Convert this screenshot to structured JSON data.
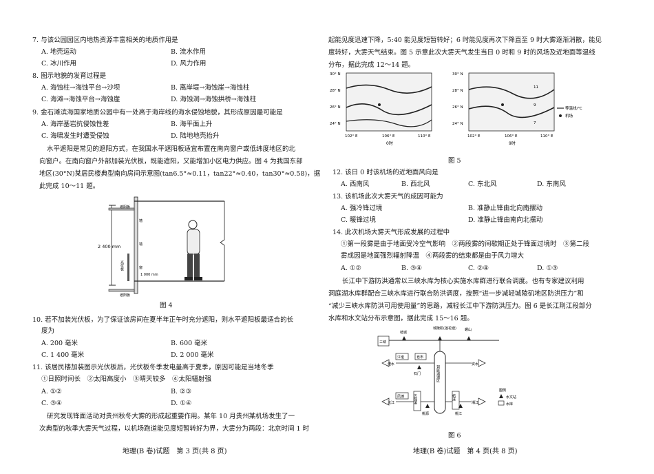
{
  "left": {
    "q7": {
      "stem": "7. 与该公园园区内地热资源丰富相关的地质作用是",
      "A": "A. 地壳运动",
      "B": "B. 流水作用",
      "C": "C. 冰川作用",
      "D": "D. 风力作用"
    },
    "q8": {
      "stem": "8. 图示地貌的发育过程是",
      "A": "A. 海蚀柱→海蚀平台→沙坝",
      "B": "B. 离岸堤→海蚀崖→海蚀柱",
      "C": "C. 海滩→海蚀平台→海蚀崖",
      "D": "D. 海蚀洞→海蚀拱桥→海蚀柱"
    },
    "q9": {
      "stem": "9. 金石滩滨海国家地质公园中有一处高于海岸线的海水侵蚀地貌，其形成原因最可能是",
      "A": "A. 海岸基岩抗侵蚀性差",
      "B": "B. 海平面上升",
      "C": "C. 海啸发生时遭受侵蚀",
      "D": "D. 陆地地壳抬升"
    },
    "intro1": [
      "水平遮阳是常见的遮阳方式，在我国水平遮阳板适宜布置在南向窗户或低纬度地区的北",
      "向窗户。在南向窗户外部加装光伏板，既能遮阳，又能增加小区电力供应。图 4 为我国东部",
      "地区(30°N)某居民楼典型南向房间示意图(tan6.5°≈0.11，tan22°≈0.40，tan30°≈0.58)，据",
      "此完成 10～11 题。"
    ],
    "fig4": {
      "caption": "图 4",
      "shade_top": "遮阳板",
      "shade_bottom": "遮阳板",
      "height": "2 400 mm",
      "pv": "光伏板",
      "window": "窗",
      "wall1": "墙",
      "wall2": "墙",
      "sill": "1 000 mm"
    },
    "q10": {
      "stem": "10. 若不加装光伏板，为了保证该房间在夏半年正午时充分遮阳，则水平遮阳板最适合的长",
      "stem2": "度为",
      "A": "A. 200 毫米",
      "B": "B. 600 毫米",
      "C": "C. 1 400 毫米",
      "D": "D. 2 000 毫米"
    },
    "q11": {
      "stem": "11. 该居民楼加装图示光伏板后，光伏板冬季发电量高于夏季，原因可能是当地冬季",
      "items": "①日照时间长　②太阳高度小　③晴天较多　④太阳辐射强",
      "A": "A. ①②",
      "B": "B. ②③",
      "C": "C. ③④",
      "D": "D. ①④"
    },
    "intro2": [
      "研究发现锋面活动对贵州秋冬大雾的形成起重要作用。某年 10 月贵州某机场发生了一",
      "次典型的秋季大雾天气过程，以机场跑道能见度短暂转好为界，大雾分为两段：北京时间 1 时"
    ],
    "footer": "地理(B 卷)试题　第 3 页(共 8 页)"
  },
  "right": {
    "intro2b": [
      "起能见度迅速下降，5:40 能见度短暂转好；6 时能见度再次下降直至 9 时大雾逐渐消散，能见",
      "度转好，大雾天气结束。图 5 示意此次大雾天气发生当日 0 时和 9 时的风场及近地面等温线",
      "分布，据此完成 12～14 题。"
    ],
    "fig5": {
      "caption": "图 5",
      "left_label": "0时",
      "right_label": "9时",
      "lat": [
        "30° N",
        "28° N",
        "26° N",
        "24° N"
      ],
      "lon": [
        "102° E",
        "106° E",
        "110° E"
      ],
      "legend_iso": "等温线/℃",
      "legend_airport": "机场",
      "iso_nums": [
        "11",
        "9",
        "7"
      ]
    },
    "q12": {
      "stem": "12. 该日 0 时该机场的近地面风向是",
      "A": "A. 西南风",
      "B": "B. 西北风",
      "C": "C. 东北风",
      "D": "D. 东南风"
    },
    "q13": {
      "stem": "13. 该机场此次大雾天气的成因可能为",
      "A": "A. 强冷锋过境",
      "B": "B. 准静止锋由北向南摆动",
      "C": "C. 暖锋过境",
      "D": "D. 准静止锋由南向北摆动"
    },
    "q14": {
      "stem": "14. 此次机场大雾天气形成发展的过程中",
      "line1": "①第一段雾是由于地面受冷空气影响　②两段雾的间歇期正处于锋面过境时　③第二段",
      "line2": "雾成因是地面强烈辐射降温　④两段雾的结束都是由于风力增大",
      "A": "A. ①②",
      "B": "B. ③④",
      "C": "C. ②④",
      "D": "D. ①③"
    },
    "intro3": [
      "长江中下游防洪通常以三峡水库为核心实施水库群进行联合调度。也有专家建议利用",
      "洞庭湖水库群配合三峡水库进行联合防洪调度，按照“进一步减轻城陵矶地区防洪压力”和",
      "“减少三峡水库防洪可用使用量”的思路，减轻长江中下游防洪压力。图 6 是长江荆江段部分",
      "水库和水文站分布示意图，据此完成 15～16 题。"
    ],
    "fig6": {
      "caption": "图 6",
      "sanxia": "三峡",
      "zhicheng": "枝城",
      "chenglingji": "城陵矶(莲花塘)",
      "luoshan": "螺山",
      "dongting": "洞庭湖湖区",
      "jiangya": "江垭",
      "zaoshi": "皂市",
      "lishui": "澧水",
      "shimen": "石门",
      "yuanjiang": "沅江",
      "fenghuan": "凤滩",
      "wuqiangxi": "五强溪",
      "taoyuan": "桃源",
      "zishui": "资水",
      "zhexi": "柘溪",
      "taojiang": "桃江",
      "xiangjiang": "湘江",
      "legend_title": "图例",
      "legend_station": "水文站",
      "legend_res": "水库"
    },
    "footer": "地理(B 卷)试题　第 4 页(共 8 页)"
  }
}
